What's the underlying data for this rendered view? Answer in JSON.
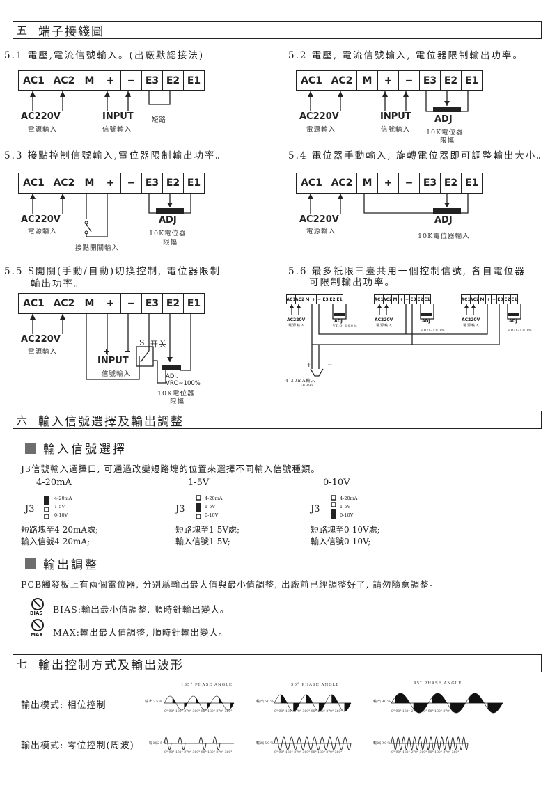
{
  "section5": {
    "num": "五",
    "title": "端子接綫圖"
  },
  "section6": {
    "num": "六",
    "title": "輸入信號選擇及輸出調整"
  },
  "section7": {
    "num": "七",
    "title": "輸出控制方式及輸出波形"
  },
  "terminals": [
    "AC1",
    "AC2",
    "M",
    "+",
    "−",
    "E3",
    "E2",
    "E1"
  ],
  "labels": {
    "ac220": "AC220V",
    "power_in": "電源輸入",
    "input": "INPUT",
    "signal_in": "信號輸入",
    "short": "短路",
    "adj": "ADJ",
    "adj_lower": "ADJ.",
    "pot10k": "10K電位器",
    "limit": "限幅",
    "contact_in": "接點開關輸入",
    "pot_in": "10K電位器輸入",
    "s": "S",
    "switch": "开关",
    "vro": "VRO~100%",
    "vro_small": "VRO-100%",
    "ma_input": "4-20mA輸入",
    "plus": "+",
    "minus": "−",
    "input_small": "input"
  },
  "diagrams": {
    "d51": "5.1 電壓,電流信號輸入。(出廠默認接法)",
    "d52": "5.2 電壓, 電流信號輸入, 電位器限制輸出功率。",
    "d53": "5.3 接點控制信號輸入,電位器限制輸出功率。",
    "d54": "5.4 電位器手動輸入, 旋轉電位器即可調整輸出大小。",
    "d55a": "5.5 S開關(手動/自動)切換控制, 電位器限制",
    "d55b": "輸出功率。",
    "d56a": "5.6 最多祇限三臺共用一個控制信號, 各自電位器",
    "d56b": "可限制輸出功率。"
  },
  "input_select": {
    "heading": "輸入信號選擇",
    "desc": "J3信號輸入選擇口, 可通過改變短路塊的位置來選擇不同輸入信號種類。",
    "j3": "J3",
    "pin_labels": [
      "4-20mA",
      "1-5V",
      "0-10V"
    ],
    "options": [
      {
        "title": "4-20mA",
        "line1": "短路塊至4-20mA處;",
        "line2": "輸入信號4-20mA;"
      },
      {
        "title": "1-5V",
        "line1": "短路塊至1-5V處;",
        "line2": "輸入信號1-5V;"
      },
      {
        "title": "0-10V",
        "line1": "短路塊至0-10V處;",
        "line2": "輸入信號0-10V;"
      }
    ]
  },
  "output_adjust": {
    "heading": "輸出調整",
    "desc": "PCB觸發板上有兩個電位器, 分别爲輸出最大值與最小值調整, 出廠前已經調整好了, 請勿隨意調整。",
    "bias_label": "BIAS",
    "bias_text": "BIAS:輸出最小值調整, 順時針輸出變大。",
    "max_label": "MAX",
    "max_text": "MAX:輸出最大值調整, 順時針輸出變大。"
  },
  "output_modes": {
    "phase_label": "輸出模式: 相位控制",
    "zero_label": "輸出模式: 零位控制(周波)",
    "phase_angles": [
      "135° PHASE ANGLE",
      "90° PHASE ANGLE",
      "45° PHASE ANGLE"
    ],
    "phase_outputs": [
      "輸出25%",
      "輸出50%",
      "輸出90%"
    ],
    "zero_outputs": [
      "輸出25%",
      "輸出50%",
      "輸出90%"
    ],
    "axis_ticks": "0° 90° 180° 270° 360° 90° 180° 270° 360°"
  }
}
